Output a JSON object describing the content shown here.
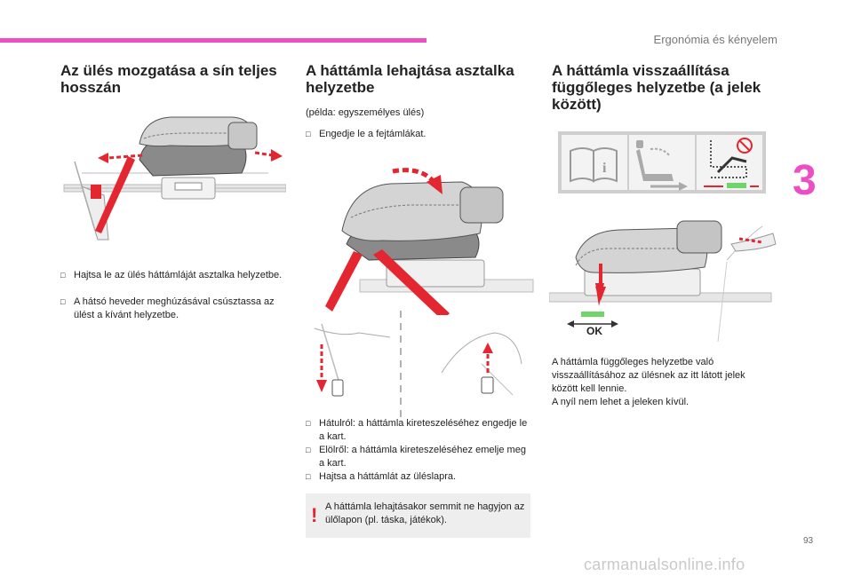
{
  "header": {
    "section_title": "Ergonómia és kényelem",
    "chapter_number": "3",
    "page_number": "93"
  },
  "watermark": "carmanualsonline.info",
  "col1": {
    "title": "Az ülés mozgatása a sín teljes hosszán",
    "bullets": [
      "Hajtsa le az ülés háttámláját asztalka helyzetbe.",
      "A hátsó heveder meghúzásával csúsztassa az ülést a kívánt helyzetbe."
    ]
  },
  "col2": {
    "title": "A háttámla lehajtása asztalka helyzetbe",
    "example": "(példa: egyszemélyes ülés)",
    "intro_bullet": "Engedje le a fejtámlákat.",
    "bullets": [
      "Hátulról: a háttámla kireteszeléséhez engedje le a kart.",
      "Elölről: a háttámla kireteszeléséhez emelje meg a kart.",
      "Hajtsa a háttámlát az üléslapra."
    ],
    "warning": "A háttámla lehajtásakor semmit ne hagyjon az ülőlapon (pl. táska, játékok)."
  },
  "col3": {
    "title": "A háttámla visszaállítása függőleges helyzetbe (a jelek között)",
    "ok_label": "OK",
    "paragraph": "A háttámla függőleges helyzetbe való visszaállításához az ülésnek az itt látott jelek között kell lennie.",
    "paragraph2": "A nyíl nem lehet a jeleken kívül."
  },
  "colors": {
    "accent": "#ec4fc4",
    "arrow_red": "#e3262f",
    "ok_green": "#6fd46a"
  },
  "icons": [
    "book-icon",
    "seat-recline-icon",
    "seat-belt-no-icon",
    "bullet-marker-icon",
    "warning-icon"
  ]
}
